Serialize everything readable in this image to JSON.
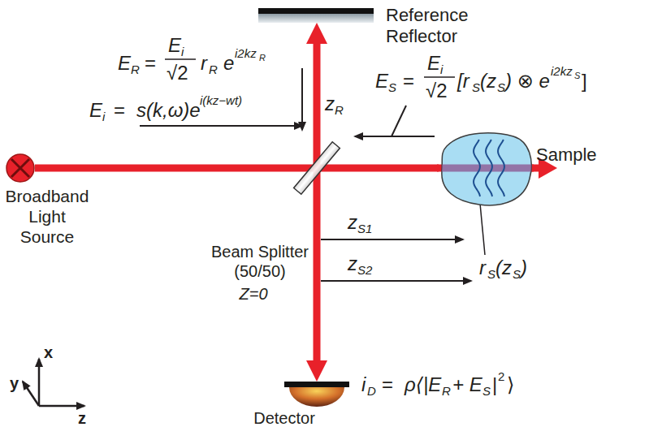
{
  "diagram": {
    "nodes": [
      {
        "text": [
          "Reference Reflector"
        ]
      },
      {
        "text": [
          "Broadband Light Source"
        ]
      },
      {
        "text": [
          "Beam Splitter (50/50)",
          "Z=0"
        ]
      },
      {
        "text": [
          "Sample"
        ]
      },
      {
        "text": [
          "Detector"
        ]
      }
    ],
    "edges": [
      {
        "from": 1,
        "to": 2,
        "arrow": "none"
      },
      {
        "from": 2,
        "to": 0,
        "arrow": "to"
      },
      {
        "from": 2,
        "to": 3,
        "arrow": "none"
      },
      {
        "from": 2,
        "to": 4,
        "arrow": "to"
      }
    ],
    "labels": [
      "E",
      "R",
      "=",
      "E",
      "i",
      "√2",
      "r",
      "R",
      "e",
      "i2kz",
      "R",
      "E",
      "S",
      "=",
      "E",
      "i",
      "√2",
      "[r",
      "S",
      "(z",
      "S",
      ") ⊗ e",
      "i2kz",
      "S",
      "]",
      "E",
      "i",
      "=",
      "s(k,ω)e",
      "i(kz−wt)",
      "i",
      "D",
      "=",
      "ρ⟨|E",
      "R",
      "+ E",
      "S",
      "|",
      "2",
      "⟩",
      "z",
      "R",
      "z",
      "S1",
      "z",
      "S2",
      "r",
      "S",
      "(z",
      "S",
      ")",
      "x",
      "y",
      "z"
    ]
  }
}
